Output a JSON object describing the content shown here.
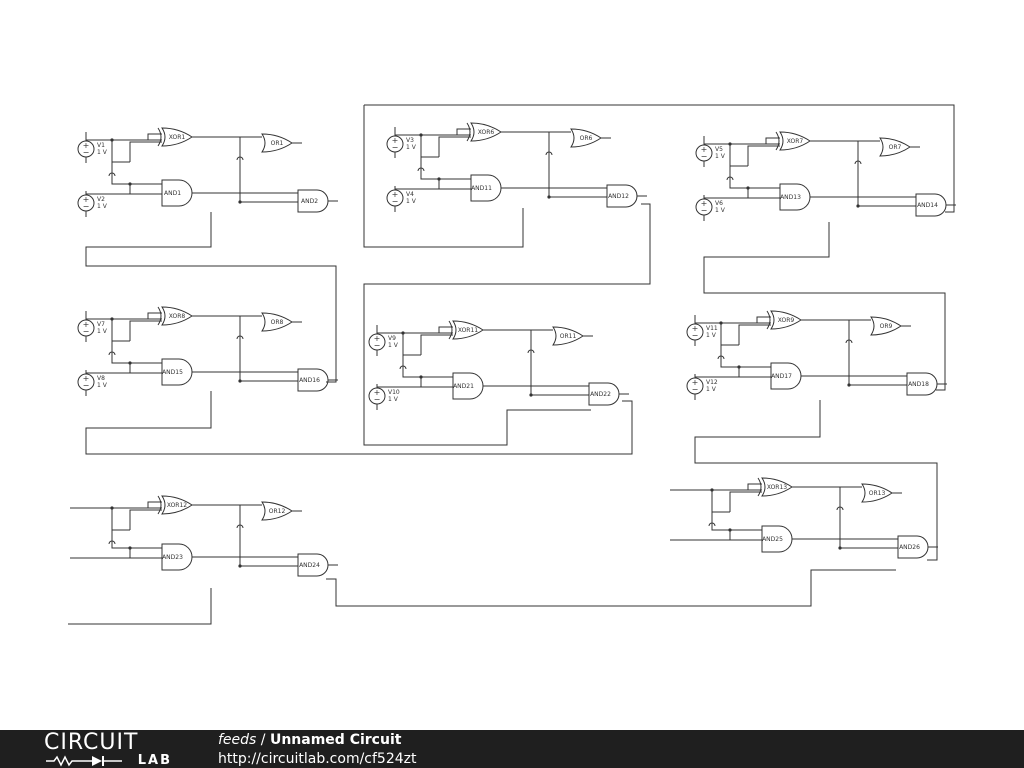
{
  "footer": {
    "logo_top": "CIRCUIT",
    "logo_bottom": "LAB",
    "feeds": "feeds",
    "separator": " / ",
    "circuit_title": "Unnamed Circuit",
    "url": "http://circuitlab.com/cf524zt"
  },
  "modules": [
    {
      "xor": "XOR1",
      "and_a": "AND1",
      "or": "OR1",
      "and_b": "AND2",
      "sources": [
        {
          "name": "V1",
          "value": "1 V"
        },
        {
          "name": "V2",
          "value": "1 V"
        }
      ]
    },
    {
      "xor": "XOR6",
      "and_a": "AND11",
      "or": "OR6",
      "and_b": "AND12",
      "sources": [
        {
          "name": "V3",
          "value": "1 V"
        },
        {
          "name": "V4",
          "value": "1 V"
        }
      ]
    },
    {
      "xor": "XOR7",
      "and_a": "AND13",
      "or": "OR7",
      "and_b": "AND14",
      "sources": [
        {
          "name": "V5",
          "value": "1 V"
        },
        {
          "name": "V6",
          "value": "1 V"
        }
      ]
    },
    {
      "xor": "XOR8",
      "and_a": "AND15",
      "or": "OR8",
      "and_b": "AND16",
      "sources": [
        {
          "name": "V7",
          "value": "1 V"
        },
        {
          "name": "V8",
          "value": "1 V"
        }
      ]
    },
    {
      "xor": "XOR11",
      "and_a": "AND21",
      "or": "OR11",
      "and_b": "AND22",
      "sources": [
        {
          "name": "V9",
          "value": "1 V"
        },
        {
          "name": "V10",
          "value": "1 V"
        }
      ]
    },
    {
      "xor": "XOR9",
      "and_a": "AND17",
      "or": "OR9",
      "and_b": "AND18",
      "sources": [
        {
          "name": "V11",
          "value": "1 V"
        },
        {
          "name": "V12",
          "value": "1 V"
        }
      ]
    },
    {
      "xor": "XOR12",
      "and_a": "AND23",
      "or": "OR12",
      "and_b": "AND24",
      "sources": []
    },
    {
      "xor": "XOR13",
      "and_a": "AND25",
      "or": "OR13",
      "and_b": "AND26",
      "sources": []
    }
  ],
  "colors": {
    "wire": "#333333",
    "footer_bg": "#1f1f1f",
    "footer_text": "#ffffff"
  }
}
